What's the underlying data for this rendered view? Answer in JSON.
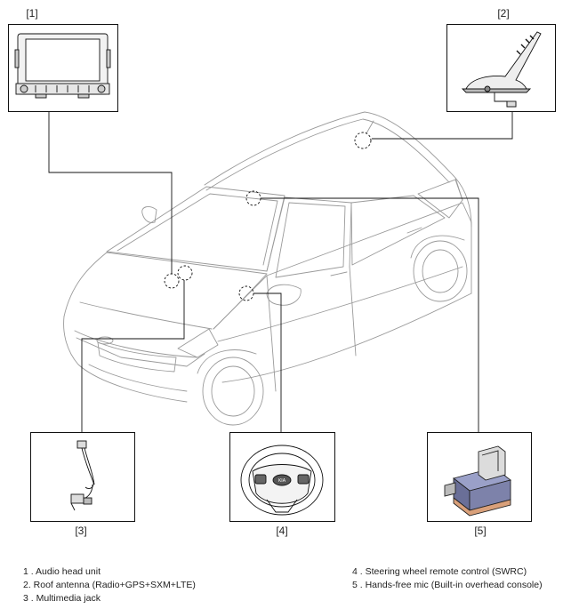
{
  "callouts": {
    "c1": "[1]",
    "c2": "[2]",
    "c3": "[3]",
    "c4": "[4]",
    "c5": "[5]"
  },
  "legend": {
    "left": [
      "1 . Audio head unit",
      "2. Roof antenna (Radio+GPS+SXM+LTE)",
      "3 . Multimedia jack"
    ],
    "right": [
      "4 . Steering wheel remote control (SWRC)",
      "5 . Hands-free mic (Built-in overhead console)"
    ]
  },
  "colors": {
    "line": "#111111",
    "car_outline": "#9a9a9a",
    "mic_body": "#7a7fa8",
    "mic_base": "#d9a07a"
  }
}
